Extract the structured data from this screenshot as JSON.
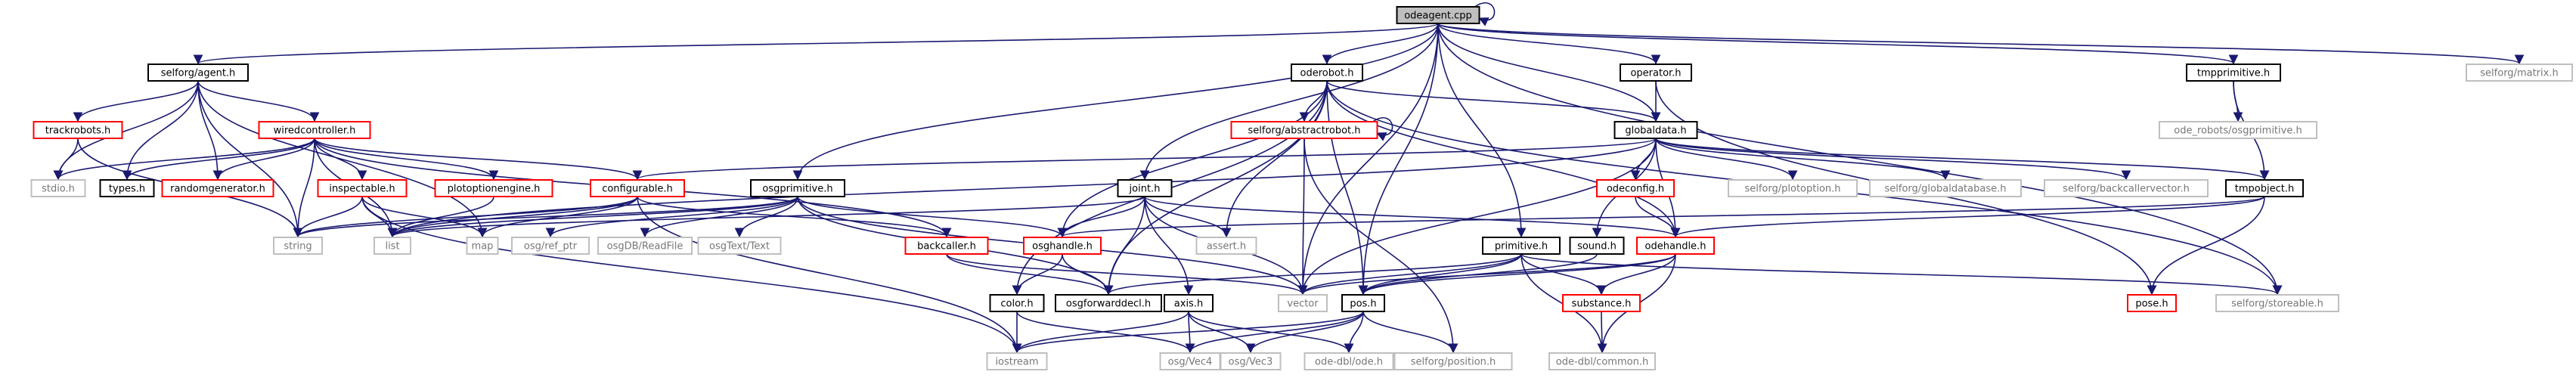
{
  "colors": {
    "edge": "#191970",
    "edge_gray": "#9a9a9a",
    "node_red": "#ff0000",
    "node_black": "#000000",
    "node_gray": "#bfbfbf",
    "root_fill": "#bfbfbf"
  },
  "nodes": [
    {
      "id": "odeagent_cpp",
      "label": "odeagent.cpp",
      "style": "root"
    },
    {
      "id": "selforg_agent_h",
      "label": "selforg/agent.h",
      "style": "black"
    },
    {
      "id": "oderobot_h",
      "label": "oderobot.h",
      "style": "black"
    },
    {
      "id": "operator_h",
      "label": "operator.h",
      "style": "black"
    },
    {
      "id": "tmpprimitive_h",
      "label": "tmpprimitive.h",
      "style": "black"
    },
    {
      "id": "selforg_matrix_h",
      "label": "selforg/matrix.h",
      "style": "gray"
    },
    {
      "id": "trackrobots_h",
      "label": "trackrobots.h",
      "style": "red"
    },
    {
      "id": "wiredcontroller_h",
      "label": "wiredcontroller.h",
      "style": "red"
    },
    {
      "id": "selforg_abstractrobot_h",
      "label": "selforg/abstractrobot.h",
      "style": "red"
    },
    {
      "id": "globaldata_h",
      "label": "globaldata.h",
      "style": "black"
    },
    {
      "id": "ode_robots_osgprimitive_h",
      "label": "ode_robots/osgprimitive.h",
      "style": "gray"
    },
    {
      "id": "stdio_h",
      "label": "stdio.h",
      "style": "gray"
    },
    {
      "id": "types_h",
      "label": "types.h",
      "style": "black"
    },
    {
      "id": "randomgenerator_h",
      "label": "randomgenerator.h",
      "style": "red"
    },
    {
      "id": "inspectable_h",
      "label": "inspectable.h",
      "style": "red"
    },
    {
      "id": "plotoptionengine_h",
      "label": "plotoptionengine.h",
      "style": "red"
    },
    {
      "id": "configurable_h",
      "label": "configurable.h",
      "style": "red"
    },
    {
      "id": "osgprimitive_h",
      "label": "osgprimitive.h",
      "style": "black"
    },
    {
      "id": "joint_h",
      "label": "joint.h",
      "style": "black"
    },
    {
      "id": "odeconfig_h",
      "label": "odeconfig.h",
      "style": "red"
    },
    {
      "id": "selforg_plotoption_h",
      "label": "selforg/plotoption.h",
      "style": "gray"
    },
    {
      "id": "selforg_globaldatabase_h",
      "label": "selforg/globaldatabase.h",
      "style": "gray"
    },
    {
      "id": "selforg_backcallervector_h",
      "label": "selforg/backcallervector.h",
      "style": "gray"
    },
    {
      "id": "tmpobject_h",
      "label": "tmpobject.h",
      "style": "black"
    },
    {
      "id": "string",
      "label": "string",
      "style": "gray"
    },
    {
      "id": "list",
      "label": "list",
      "style": "gray"
    },
    {
      "id": "map",
      "label": "map",
      "style": "gray"
    },
    {
      "id": "osg_ref_ptr",
      "label": "osg/ref_ptr",
      "style": "gray"
    },
    {
      "id": "osgdb_readfile",
      "label": "osgDB/ReadFile",
      "style": "gray"
    },
    {
      "id": "osgtext_text",
      "label": "osgText/Text",
      "style": "gray"
    },
    {
      "id": "backcaller_h",
      "label": "backcaller.h",
      "style": "red"
    },
    {
      "id": "osghandle_h",
      "label": "osghandle.h",
      "style": "red"
    },
    {
      "id": "assert_h",
      "label": "assert.h",
      "style": "gray"
    },
    {
      "id": "primitive_h",
      "label": "primitive.h",
      "style": "black"
    },
    {
      "id": "sound_h",
      "label": "sound.h",
      "style": "black"
    },
    {
      "id": "odehandle_h",
      "label": "odehandle.h",
      "style": "red"
    },
    {
      "id": "color_h",
      "label": "color.h",
      "style": "black"
    },
    {
      "id": "osgforwarddecl_h",
      "label": "osgforwarddecl.h",
      "style": "black"
    },
    {
      "id": "axis_h",
      "label": "axis.h",
      "style": "black"
    },
    {
      "id": "vector",
      "label": "vector",
      "style": "gray"
    },
    {
      "id": "pos_h",
      "label": "pos.h",
      "style": "black"
    },
    {
      "id": "substance_h",
      "label": "substance.h",
      "style": "red"
    },
    {
      "id": "pose_h",
      "label": "pose.h",
      "style": "red"
    },
    {
      "id": "selforg_storeable_h",
      "label": "selforg/storeable.h",
      "style": "gray"
    },
    {
      "id": "iostream",
      "label": "iostream",
      "style": "gray"
    },
    {
      "id": "osg_vec4",
      "label": "osg/Vec4",
      "style": "gray"
    },
    {
      "id": "osg_vec3",
      "label": "osg/Vec3",
      "style": "gray"
    },
    {
      "id": "ode_dbl_ode_h",
      "label": "ode-dbl/ode.h",
      "style": "gray"
    },
    {
      "id": "selforg_position_h",
      "label": "selforg/position.h",
      "style": "gray"
    },
    {
      "id": "ode_dbl_common_h",
      "label": "ode-dbl/common.h",
      "style": "gray"
    }
  ],
  "edges": [
    [
      "odeagent_cpp",
      "odeagent_cpp"
    ],
    [
      "odeagent_cpp",
      "selforg_agent_h"
    ],
    [
      "odeagent_cpp",
      "oderobot_h"
    ],
    [
      "odeagent_cpp",
      "operator_h"
    ],
    [
      "odeagent_cpp",
      "tmpprimitive_h"
    ],
    [
      "odeagent_cpp",
      "selforg_matrix_h"
    ],
    [
      "odeagent_cpp",
      "globaldata_h"
    ],
    [
      "odeagent_cpp",
      "osgprimitive_h"
    ],
    [
      "odeagent_cpp",
      "joint_h"
    ],
    [
      "odeagent_cpp",
      "primitive_h"
    ],
    [
      "odeagent_cpp",
      "pos_h"
    ],
    [
      "odeagent_cpp",
      "vector"
    ],
    [
      "odeagent_cpp",
      "selforg_storeable_h"
    ],
    [
      "selforg_agent_h",
      "trackrobots_h"
    ],
    [
      "selforg_agent_h",
      "wiredcontroller_h"
    ],
    [
      "selforg_agent_h",
      "stdio_h"
    ],
    [
      "selforg_agent_h",
      "types_h"
    ],
    [
      "selforg_agent_h",
      "randomgenerator_h"
    ],
    [
      "selforg_agent_h",
      "string"
    ],
    [
      "selforg_agent_h",
      "map"
    ],
    [
      "trackrobots_h",
      "string"
    ],
    [
      "trackrobots_h",
      "stdio_h"
    ],
    [
      "wiredcontroller_h",
      "stdio_h"
    ],
    [
      "wiredcontroller_h",
      "types_h"
    ],
    [
      "wiredcontroller_h",
      "randomgenerator_h"
    ],
    [
      "wiredcontroller_h",
      "inspectable_h"
    ],
    [
      "wiredcontroller_h",
      "plotoptionengine_h"
    ],
    [
      "wiredcontroller_h",
      "configurable_h"
    ],
    [
      "wiredcontroller_h",
      "string"
    ],
    [
      "wiredcontroller_h",
      "list"
    ],
    [
      "wiredcontroller_h",
      "backcaller_h"
    ],
    [
      "inspectable_h",
      "string"
    ],
    [
      "inspectable_h",
      "list"
    ],
    [
      "inspectable_h",
      "map"
    ],
    [
      "inspectable_h",
      "iostream"
    ],
    [
      "plotoptionengine_h",
      "list"
    ],
    [
      "configurable_h",
      "string"
    ],
    [
      "configurable_h",
      "list"
    ],
    [
      "configurable_h",
      "map"
    ],
    [
      "configurable_h",
      "iostream"
    ],
    [
      "configurable_h",
      "backcaller_h"
    ],
    [
      "oderobot_h",
      "selforg_abstractrobot_h"
    ],
    [
      "oderobot_h",
      "globaldata_h"
    ],
    [
      "oderobot_h",
      "osghandle_h"
    ],
    [
      "oderobot_h",
      "odehandle_h"
    ],
    [
      "oderobot_h",
      "color_h"
    ],
    [
      "oderobot_h",
      "osgforwarddecl_h"
    ],
    [
      "oderobot_h",
      "pos_h"
    ],
    [
      "oderobot_h",
      "assert_h"
    ],
    [
      "oderobot_h",
      "selforg_storeable_h"
    ],
    [
      "selforg_abstractrobot_h",
      "selforg_abstractrobot_h"
    ],
    [
      "selforg_abstractrobot_h",
      "vector"
    ],
    [
      "selforg_abstractrobot_h",
      "selforg_position_h"
    ],
    [
      "operator_h",
      "globaldata_h"
    ],
    [
      "operator_h",
      "pose_h"
    ],
    [
      "tmpprimitive_h",
      "ode_robots_osgprimitive_h"
    ],
    [
      "tmpprimitive_h",
      "tmpobject_h"
    ],
    [
      "globaldata_h",
      "configurable_h"
    ],
    [
      "globaldata_h",
      "odeconfig_h"
    ],
    [
      "globaldata_h",
      "selforg_plotoption_h"
    ],
    [
      "globaldata_h",
      "selforg_globaldatabase_h"
    ],
    [
      "globaldata_h",
      "selforg_backcallervector_h"
    ],
    [
      "globaldata_h",
      "tmpobject_h"
    ],
    [
      "globaldata_h",
      "sound_h"
    ],
    [
      "globaldata_h",
      "odehandle_h"
    ],
    [
      "globaldata_h",
      "vector"
    ],
    [
      "globaldata_h",
      "list"
    ],
    [
      "odeconfig_h",
      "odehandle_h"
    ],
    [
      "tmpobject_h",
      "odehandle_h"
    ],
    [
      "tmpobject_h",
      "osghandle_h"
    ],
    [
      "tmpobject_h",
      "pose_h"
    ],
    [
      "osgprimitive_h",
      "string"
    ],
    [
      "osgprimitive_h",
      "osg_ref_ptr"
    ],
    [
      "osgprimitive_h",
      "osgdb_readfile"
    ],
    [
      "osgprimitive_h",
      "osgtext_text"
    ],
    [
      "osgprimitive_h",
      "osghandle_h"
    ],
    [
      "osgprimitive_h",
      "osgforwarddecl_h"
    ],
    [
      "osgprimitive_h",
      "vector"
    ],
    [
      "osgprimitive_h",
      "list"
    ],
    [
      "joint_h",
      "osghandle_h"
    ],
    [
      "joint_h",
      "osgforwarddecl_h"
    ],
    [
      "joint_h",
      "axis_h"
    ],
    [
      "joint_h",
      "assert_h"
    ],
    [
      "joint_h",
      "odehandle_h"
    ],
    [
      "joint_h",
      "vector"
    ],
    [
      "joint_h",
      "list"
    ],
    [
      "osghandle_h",
      "color_h"
    ],
    [
      "osghandle_h",
      "osgforwarddecl_h"
    ],
    [
      "backcaller_h",
      "vector"
    ],
    [
      "backcaller_h",
      "osgforwarddecl_h"
    ],
    [
      "primitive_h",
      "pos_h"
    ],
    [
      "primitive_h",
      "substance_h"
    ],
    [
      "primitive_h",
      "ode_dbl_common_h"
    ],
    [
      "primitive_h",
      "selforg_storeable_h"
    ],
    [
      "primitive_h",
      "osgforwarddecl_h"
    ],
    [
      "primitive_h",
      "vector"
    ],
    [
      "sound_h",
      "pos_h"
    ],
    [
      "odehandle_h",
      "substance_h"
    ],
    [
      "odehandle_h",
      "ode_dbl_common_h"
    ],
    [
      "odehandle_h",
      "vector"
    ],
    [
      "odehandle_h",
      "pos_h"
    ],
    [
      "substance_h",
      "ode_dbl_common_h"
    ],
    [
      "color_h",
      "iostream"
    ],
    [
      "color_h",
      "osg_vec4"
    ],
    [
      "axis_h",
      "iostream"
    ],
    [
      "axis_h",
      "osg_vec4"
    ],
    [
      "axis_h",
      "osg_vec3"
    ],
    [
      "axis_h",
      "ode_dbl_ode_h"
    ],
    [
      "pos_h",
      "iostream"
    ],
    [
      "pos_h",
      "osg_vec3"
    ],
    [
      "pos_h",
      "ode_dbl_ode_h"
    ],
    [
      "pos_h",
      "selforg_position_h"
    ],
    [
      "pos_h",
      "osg_vec4"
    ]
  ]
}
